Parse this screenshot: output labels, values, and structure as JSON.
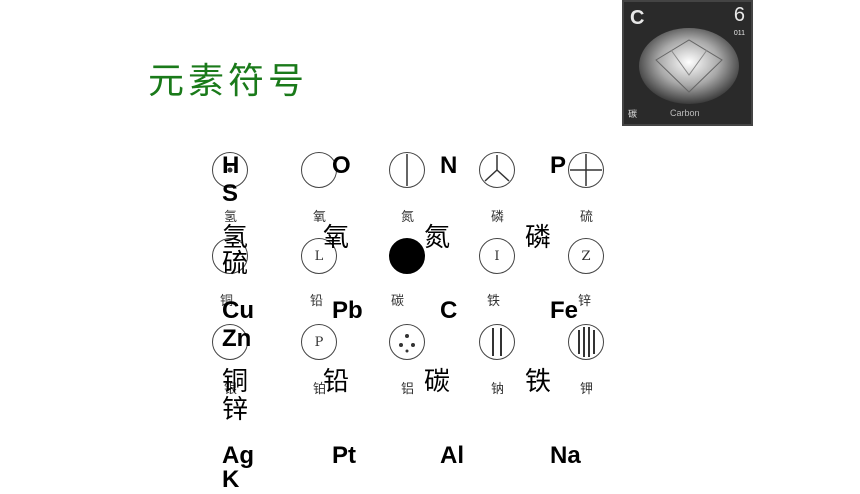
{
  "title": "元素符号",
  "photo": {
    "symbol": "C",
    "number": "6",
    "mass": "011",
    "name_cn": "碳",
    "name_en": "Carbon"
  },
  "rows": [
    {
      "symbols": [
        "H",
        "O",
        "N",
        "P"
      ],
      "names": [
        "氢",
        "氧",
        "氮",
        "磷"
      ]
    },
    {
      "symbols": [
        "Cu",
        "Pb",
        "C",
        "Fe"
      ],
      "names": [
        "铜",
        "铅",
        "碳",
        "铁"
      ]
    },
    {
      "symbols": [
        "Ag",
        "Pt",
        "Al",
        "Na"
      ],
      "names": []
    }
  ],
  "col0_extra": {
    "symbol": "S",
    "name": "硫",
    "symbol_row2": "Zn",
    "name_row2": "锌",
    "symbol_row3": "K"
  },
  "diagram": {
    "row1_labels": [
      "氢",
      "氧",
      "氮",
      "磷",
      "硫"
    ],
    "row2_letters": [
      "L",
      "I",
      "Z"
    ],
    "row2_labels": [
      "铜",
      "铅",
      "碳",
      "铁",
      "锌"
    ],
    "row3_letters": [
      "P"
    ],
    "row3_labels": [
      "银",
      "铂",
      "铝",
      "钠",
      "钾"
    ]
  }
}
